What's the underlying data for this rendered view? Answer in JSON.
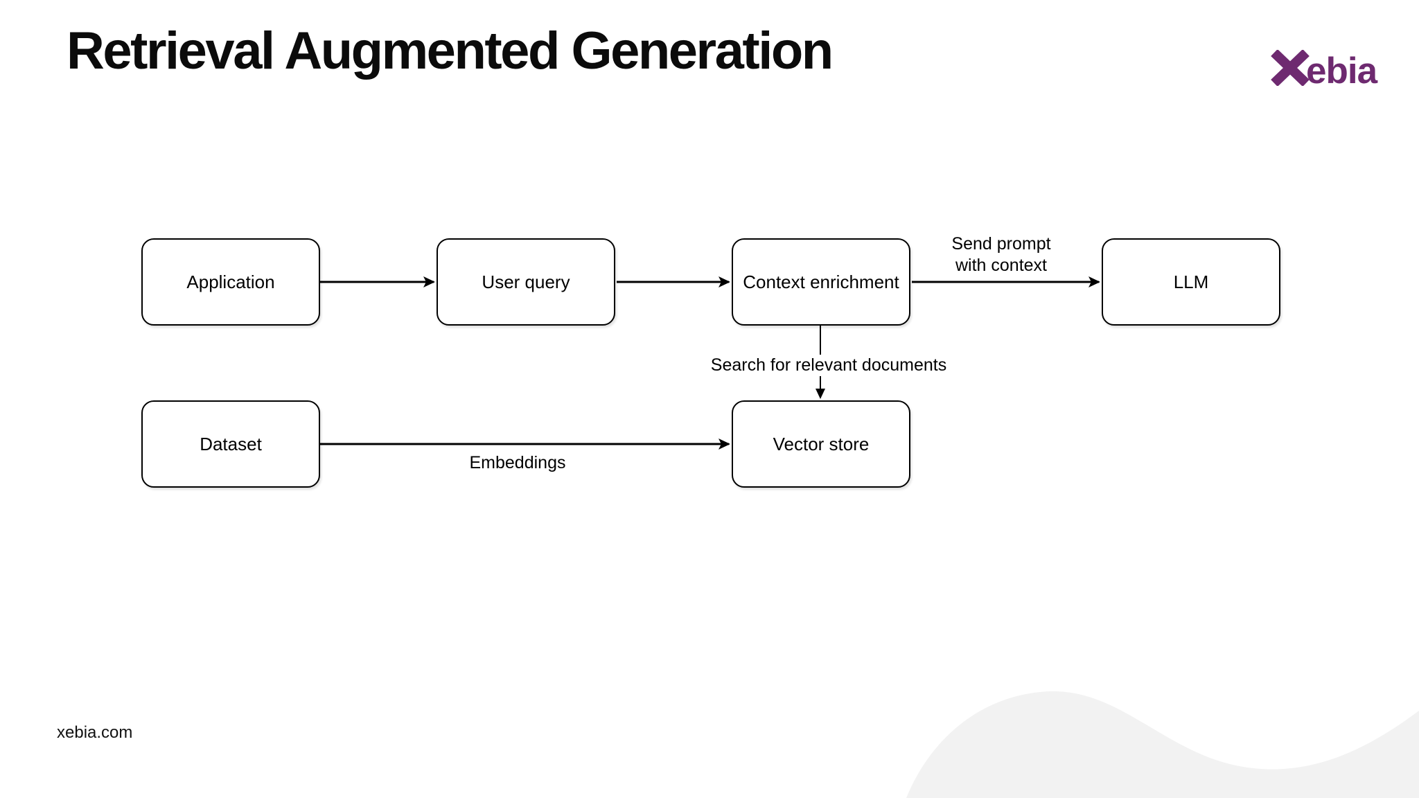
{
  "slide": {
    "title": "Retrieval Augmented Generation",
    "footer_link": "xebia.com",
    "background_color": "#FFFFFF",
    "wave_color": "#F2F2F2",
    "text_color": "#000000"
  },
  "logo": {
    "name": "Xebia",
    "x_glyph": "X",
    "wordmark_rest": "ebia",
    "color": "#6E2A70"
  },
  "diagram": {
    "type": "flowchart",
    "stroke_color": "#000000",
    "node_fill": "#FFFFFF",
    "nodes": [
      {
        "id": "application",
        "label": "Application"
      },
      {
        "id": "user-query",
        "label": "User query"
      },
      {
        "id": "context-enrichment",
        "label": "Context enrichment"
      },
      {
        "id": "llm",
        "label": "LLM"
      },
      {
        "id": "dataset",
        "label": "Dataset"
      },
      {
        "id": "vector-store",
        "label": "Vector store"
      }
    ],
    "edges": [
      {
        "from": "application",
        "to": "user-query",
        "label": ""
      },
      {
        "from": "user-query",
        "to": "context-enrichment",
        "label": ""
      },
      {
        "from": "context-enrichment",
        "to": "llm",
        "label": "Send prompt\nwith context"
      },
      {
        "from": "context-enrichment",
        "to": "vector-store",
        "label": "Search for relevant documents"
      },
      {
        "from": "dataset",
        "to": "vector-store",
        "label": "Embeddings"
      }
    ]
  }
}
